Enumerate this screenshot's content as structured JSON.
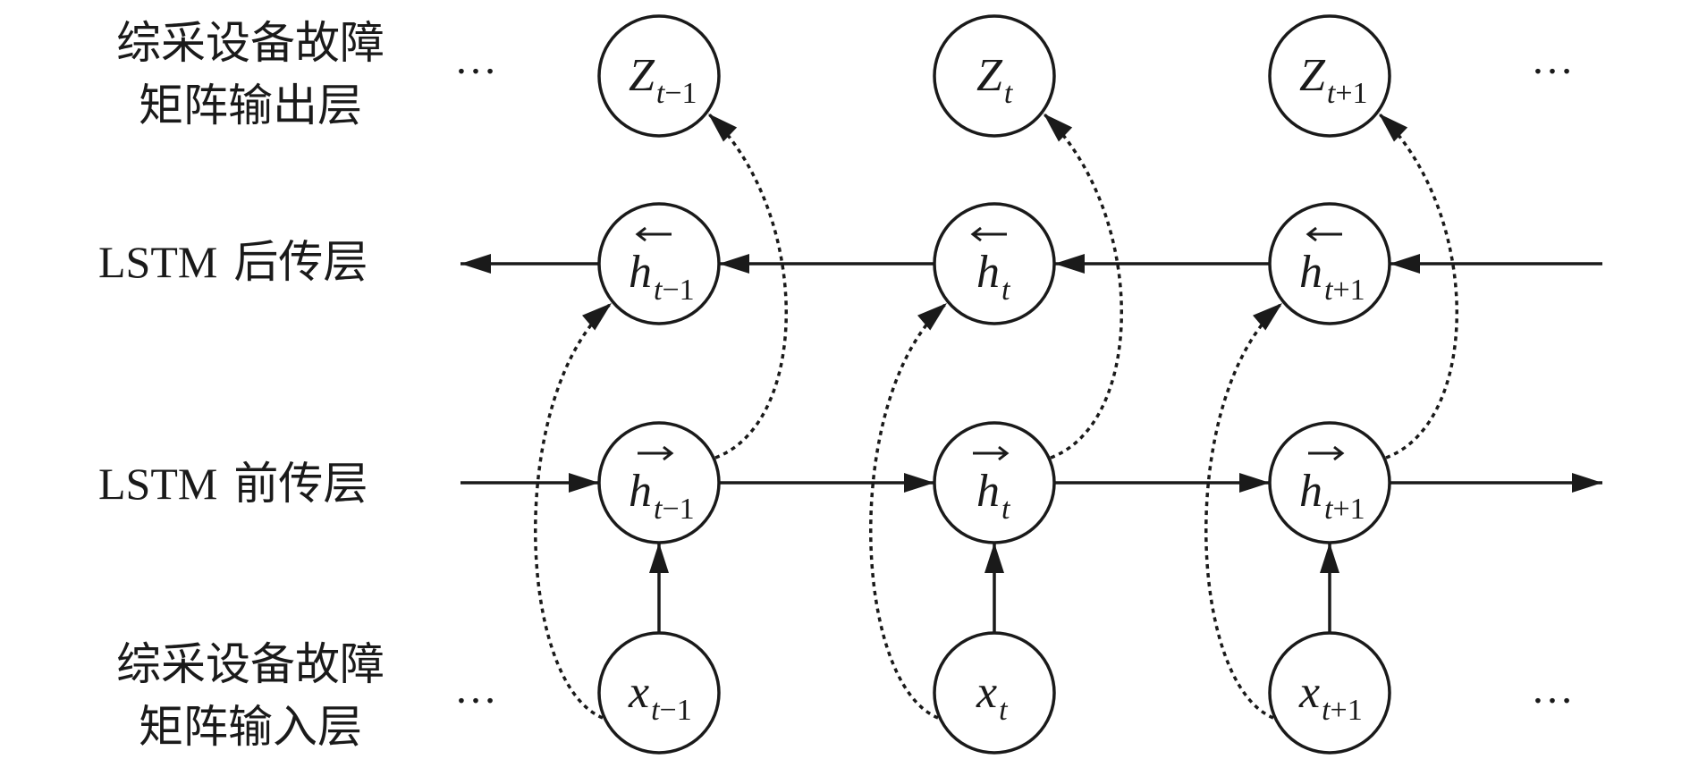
{
  "layers": {
    "output": {
      "line1": "综采设备故障",
      "line2": "矩阵输出层"
    },
    "backward": {
      "prefix": "LSTM",
      "suffix": "后传层"
    },
    "forward": {
      "prefix": "LSTM",
      "suffix": "前传层"
    },
    "input": {
      "line1": "综采设备故障",
      "line2": "矩阵输入层"
    }
  },
  "ellipsis": "…",
  "columns": [
    {
      "z": "Z",
      "h": "h",
      "x": "x",
      "sub_var": "t",
      "sub_op": "−",
      "sub_num": "1"
    },
    {
      "z": "Z",
      "h": "h",
      "x": "x",
      "sub_var": "t",
      "sub_op": "",
      "sub_num": ""
    },
    {
      "z": "Z",
      "h": "h",
      "x": "x",
      "sub_var": "t",
      "sub_op": "+",
      "sub_num": "1"
    }
  ],
  "arrow_symbols": {
    "backward": "←",
    "forward": "→"
  },
  "colors": {
    "stroke": "#1a1a1a",
    "background": "#ffffff"
  }
}
